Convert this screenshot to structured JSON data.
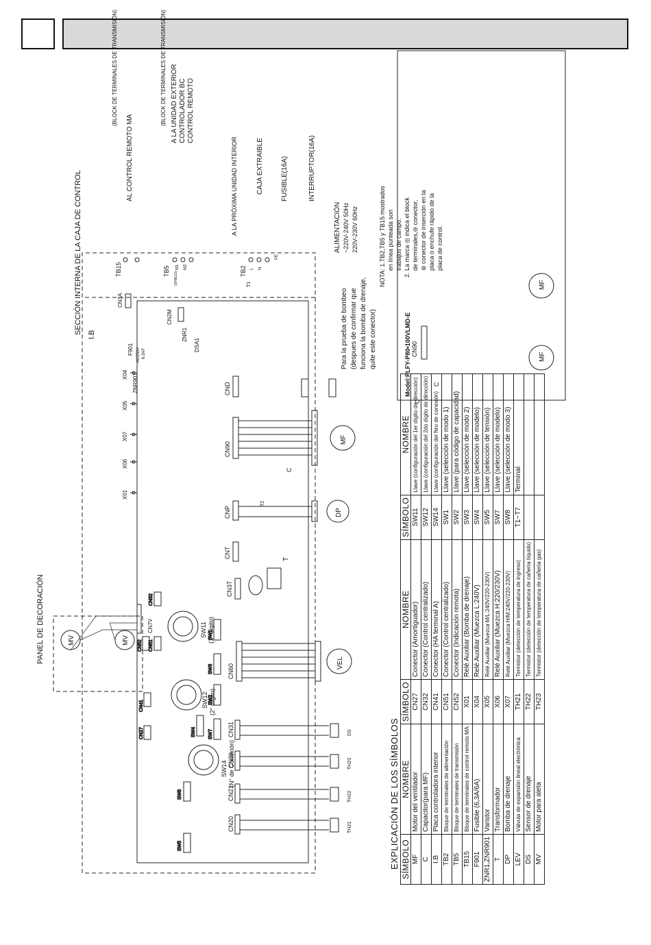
{
  "header": {
    "page_number": "",
    "section_title": ""
  },
  "diagram": {
    "section_title": "SECCIÓN INTERNA DE LA CAJA DE CONTROL",
    "decoration_panel": "PANEL DE DECORACIÓN",
    "ib_label": "I.B",
    "terminals": {
      "tb15": "TB15",
      "tb5": "TB5",
      "tb2": "TB2",
      "tb15_block": "(BLOCK DE TERMINALES DE TRANSMISIÓN)",
      "tb15_dest": "AL CONTROL REMOTO MA",
      "tb5_block": "(BLOCK DE TERMINALES DE TRANSMISIÓN)",
      "tb5_dest1": "A LA UNIDAD EXTERIOR",
      "tb5_dest2": "CONTROLADOR BC",
      "tb5_dest3": "CONTROL REMOTO",
      "tb5_sub": "(SHIELD)",
      "m1": "M1",
      "m2": "M2",
      "next_unit": "A LA PRÓXIMA UNIDAD INTERIOR",
      "caja": "CAJA EXTRAIBLE",
      "fusible": "FUSIBLE(16A)",
      "interruptor": "INTERRUPTOR(16A)",
      "alim_title": "ALIMENTACIÓN",
      "alim1": "~220V-240V  50Hz",
      "alim2": "220V-230V  60Hz",
      "l": "L",
      "n": "N",
      "pe": "PE",
      "t1": "T1",
      "t2": "T2"
    },
    "connectors": {
      "cn3a": "CN3A",
      "cn2m": "CN2M",
      "znr1": "ZNR1",
      "dsa1": "DSA1",
      "f901": "F901",
      "f901_spec1": "AC250V",
      "f901_spec2": "6.3AF",
      "znr901": "ZNR901",
      "cnd": "CND",
      "cn90": "CN90",
      "x04": "X04",
      "x05": "X05",
      "x07": "X07",
      "x06": "X06",
      "x01": "X01",
      "cnp": "CNP",
      "cnt": "CNT",
      "cn3t": "CN3T",
      "t": "T",
      "cn60": "CN60",
      "cn7v": "CN7V",
      "cn31": "CN31",
      "cn29": "CN29",
      "cn21": "CN21",
      "cn20": "CN20",
      "cn32": "CN32",
      "cn51": "CN51",
      "cn52": "CN52",
      "cn41": "CN41",
      "cn27": "CN27",
      "c": "C",
      "mf": "MF",
      "dp": "DP",
      "vel": "VEL",
      "mv": "MV",
      "ds": "DS",
      "th23": "TH23",
      "th22": "TH22",
      "th21": "TH21",
      "sw1": "SW1",
      "sw2": "SW2",
      "sw3": "SW3",
      "sw4": "SW4",
      "sw5": "SW5",
      "sw7": "SW7",
      "sw8": "SW8",
      "sw11": "SW11",
      "sw11_desc": "(1° dígito)",
      "sw12": "SW12",
      "sw12_desc": "(2° dígito)",
      "sw14": "SW14",
      "sw14_desc": "(N° de Conexión)"
    },
    "pump_test": [
      "Para la prueba de bombeo",
      "(despues de confirmar que",
      "funciona la bomba de drenaje,",
      "quite este conector)"
    ],
    "model": "Model:PLFY-P80•100VLMD-E",
    "note": [
      "NOTA: 1.TB2,TB5 y TB15 mostrados",
      "en línea punteada son",
      "trabajos de campo.",
      "2. La marca ◎ indica el block",
      "de terminales,⊖ conector,",
      "⊚ conector de inserción en la",
      "placa o enchufe rápido de la",
      "placa de control."
    ]
  },
  "symbols": {
    "title": "EXPLICACIÓN DE LOS SÍMBOLOS",
    "headers": [
      "SÍMBOLO",
      "NOMBRE",
      "SÍMBOLO",
      "NOMBRE",
      "SÍMBOLO",
      "NOMBRE"
    ],
    "col1": [
      [
        "MF",
        "Motor del ventilador"
      ],
      [
        "C",
        "Capacitor(para MF)"
      ],
      [
        "I.B",
        "Placa controladora interior"
      ],
      [
        "TB2",
        "Bloque de terminales de alimentación"
      ],
      [
        "TB5",
        "Bloque de terminales de transmisión"
      ],
      [
        "TB15",
        "Bloque de terminales de control remoto MA"
      ],
      [
        "F901",
        "Fusible (6,3A/6A)"
      ],
      [
        "ZNR1,ZNR901",
        "Varistor"
      ],
      [
        "T",
        "Transformador"
      ],
      [
        "DP",
        "Bomba de drenaje"
      ],
      [
        "LEV",
        "Válvula de expansión lineal electrónica"
      ],
      [
        "DS",
        "Sensor de drenaje"
      ],
      [
        "MV",
        "Motor para aleta"
      ]
    ],
    "col2": [
      [
        "CN27",
        "Conector (Amortiguador)"
      ],
      [
        "CN32",
        "Conector (Control centralizado)"
      ],
      [
        "CN41",
        "Conector (HA terminal A)"
      ],
      [
        "CN51",
        "Conector (Control centralizado)"
      ],
      [
        "CN52",
        "Conector (Indicación remota)"
      ],
      [
        "X01",
        "Relé Auxiliar (Bomba de drenaje)"
      ],
      [
        "X04",
        "Relé Auxiliar (Muezca L:240V)"
      ],
      [
        "X05",
        "Relé Auxiliar (Muezca M/L:240V/220-230V)"
      ],
      [
        "X06",
        "Relé Auxiliar (Muezca H:220/230V)"
      ],
      [
        "X07",
        "Relé Auxiliar (Muezca H/M:240V/220-230V)"
      ],
      [
        "TH21",
        "Termistor (detección de temperatura de ingreso)"
      ],
      [
        "TH22",
        "Termistor (detección de temperatura de cañería líquido)"
      ],
      [
        "TH23",
        "Termistor (detección de temperatura de cañería gas)"
      ]
    ],
    "col3": [
      [
        "SW11",
        "Llave (configuración del 1er dígito de dirección)"
      ],
      [
        "SW12",
        "Llave (configuración del 2do dígito de dirección)"
      ],
      [
        "SW14",
        "Llave (configuración del Nro de conexión)"
      ],
      [
        "SW1",
        "Llave (selección de modo 1)"
      ],
      [
        "SW2",
        "Llave (para código de capacidad)"
      ],
      [
        "SW3",
        "Llave (selección de modo 2)"
      ],
      [
        "SW4",
        "Llave (selección de modelo)"
      ],
      [
        "SW5",
        "Llave (selección de tensión)"
      ],
      [
        "SW7",
        "Llave (selección de modelo)"
      ],
      [
        "SW8",
        "Llave (selección de modo 3)"
      ],
      [
        "T1~T7",
        "Terminal"
      ],
      [
        "",
        ""
      ],
      [
        "",
        ""
      ]
    ]
  }
}
